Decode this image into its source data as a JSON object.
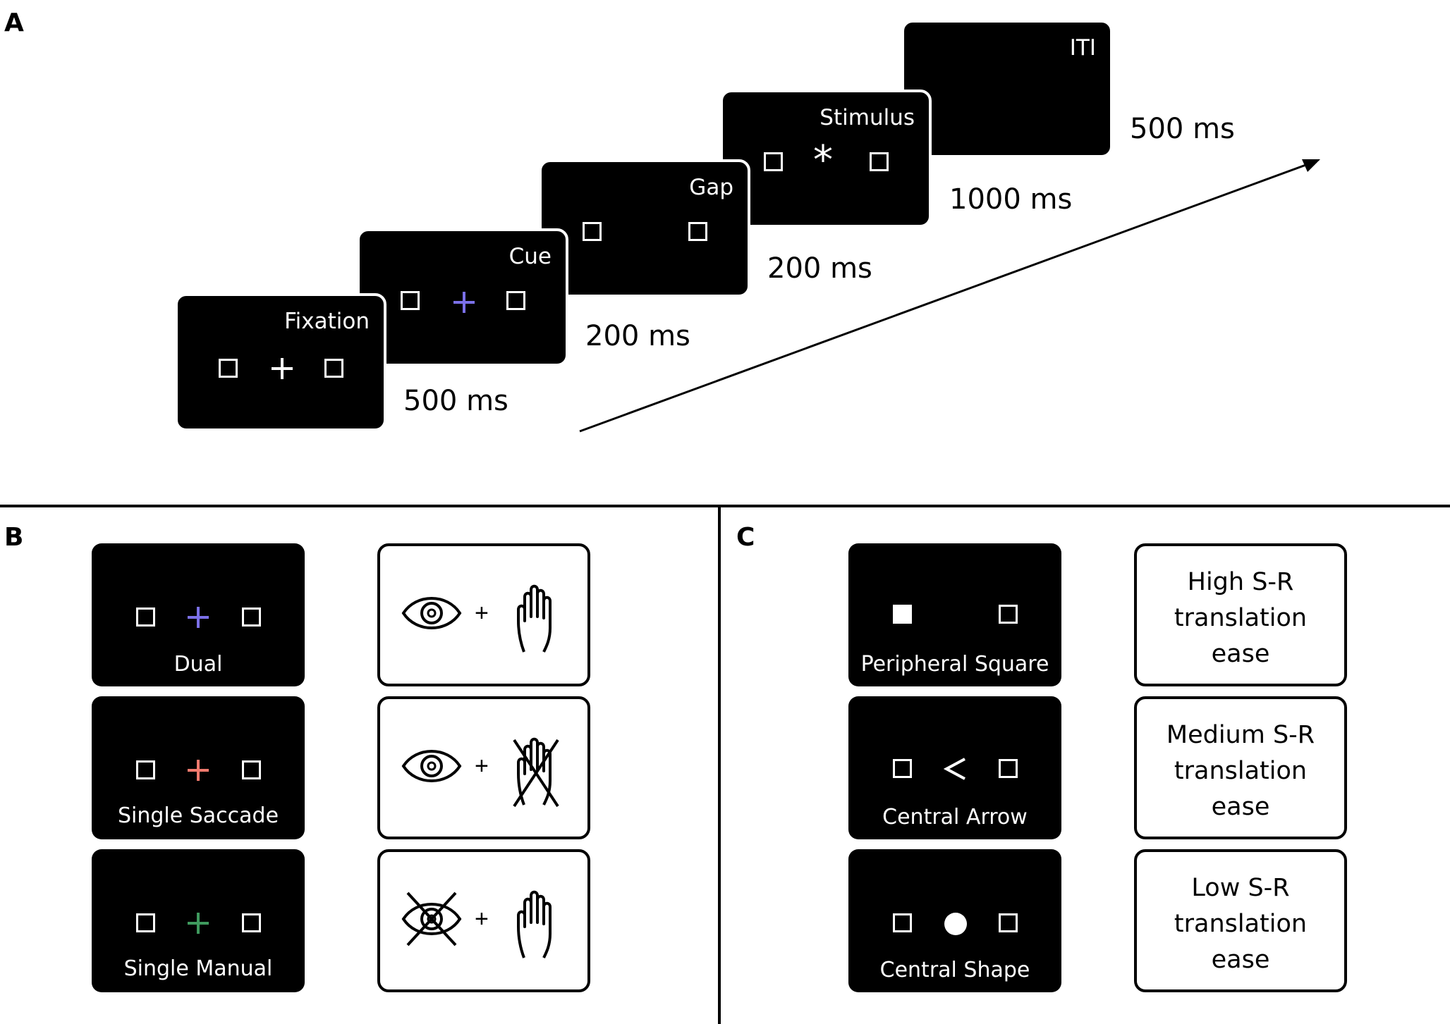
{
  "panel_a": {
    "label": "A",
    "screens": [
      {
        "title": "Fixation",
        "duration": "500 ms"
      },
      {
        "title": "Cue",
        "duration": "200 ms"
      },
      {
        "title": "Gap",
        "duration": "200 ms"
      },
      {
        "title": "Stimulus",
        "duration": "1000 ms"
      },
      {
        "title": "ITI",
        "duration": "500 ms"
      }
    ],
    "stimulus_symbol": "*",
    "cue_color": "#7b70e8"
  },
  "panel_b": {
    "label": "B",
    "rows": [
      {
        "caption": "Dual",
        "cross_color": "#7b70e8",
        "plus": "+",
        "icons": [
          "eye-icon",
          "hand-icon"
        ]
      },
      {
        "caption": "Single Saccade",
        "cross_color": "#f07a6e",
        "plus": "+",
        "icons": [
          "eye-icon",
          "hand-crossed-icon"
        ]
      },
      {
        "caption": "Single Manual",
        "cross_color": "#3f9a5e",
        "plus": "+",
        "icons": [
          "eye-crossed-icon",
          "hand-icon"
        ]
      }
    ]
  },
  "panel_c": {
    "label": "C",
    "rows": [
      {
        "caption": "Peripheral Square",
        "lines": [
          "High S-R",
          "translation",
          "ease"
        ]
      },
      {
        "caption": "Central Arrow",
        "lines": [
          "Medium S-R",
          "translation",
          "ease"
        ]
      },
      {
        "caption": "Central Shape",
        "lines": [
          "Low S-R",
          "translation",
          "ease"
        ]
      }
    ]
  }
}
